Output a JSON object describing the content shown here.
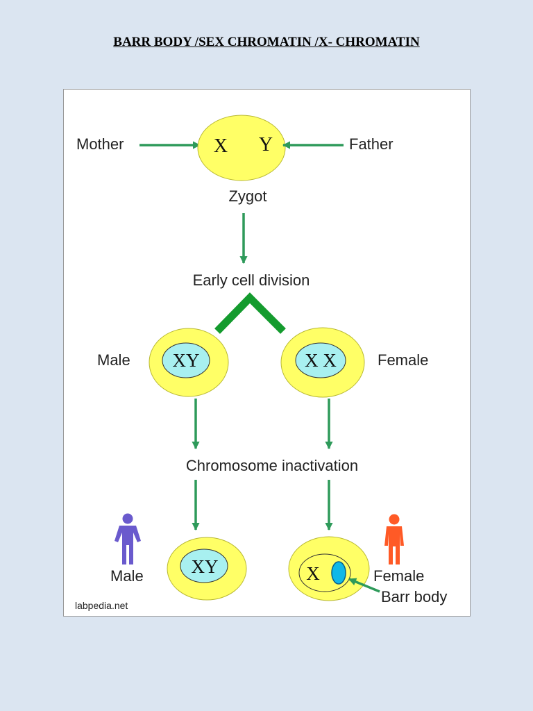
{
  "document": {
    "title": "BARR BODY /SEX CHROMATIN /X- CHROMATIN"
  },
  "figure": {
    "zygote": {
      "mother_label": "Mother",
      "father_label": "Father",
      "left_chromosome": "X",
      "right_chromosome": "Y",
      "caption": "Zygot"
    },
    "early_division_label": "Early cell division",
    "male_label": "Male",
    "female_label": "Female",
    "male_chromosomes": "XY",
    "female_chromosomes": "X X",
    "inactivation_label": "Chromosome inactivation",
    "final_male_label": "Male",
    "final_female_label": "Female",
    "final_male_chromosomes": "XY",
    "final_female_chromosome": "X",
    "barr_body_label": "Barr body",
    "watermark": "labpedia.net",
    "icons": {
      "male_figure": "male-person-icon",
      "female_figure": "female-person-icon"
    },
    "colors": {
      "page_background": "#dbe5f1",
      "cell_fill": "#ffff66",
      "nucleus_fill": "#a8f0f0",
      "arrow": "#2e9a5a",
      "split_arrow": "#149b2e",
      "barr_body": "#10b8e8",
      "male_icon": "#6a5acd",
      "female_icon": "#ff5a26"
    }
  }
}
